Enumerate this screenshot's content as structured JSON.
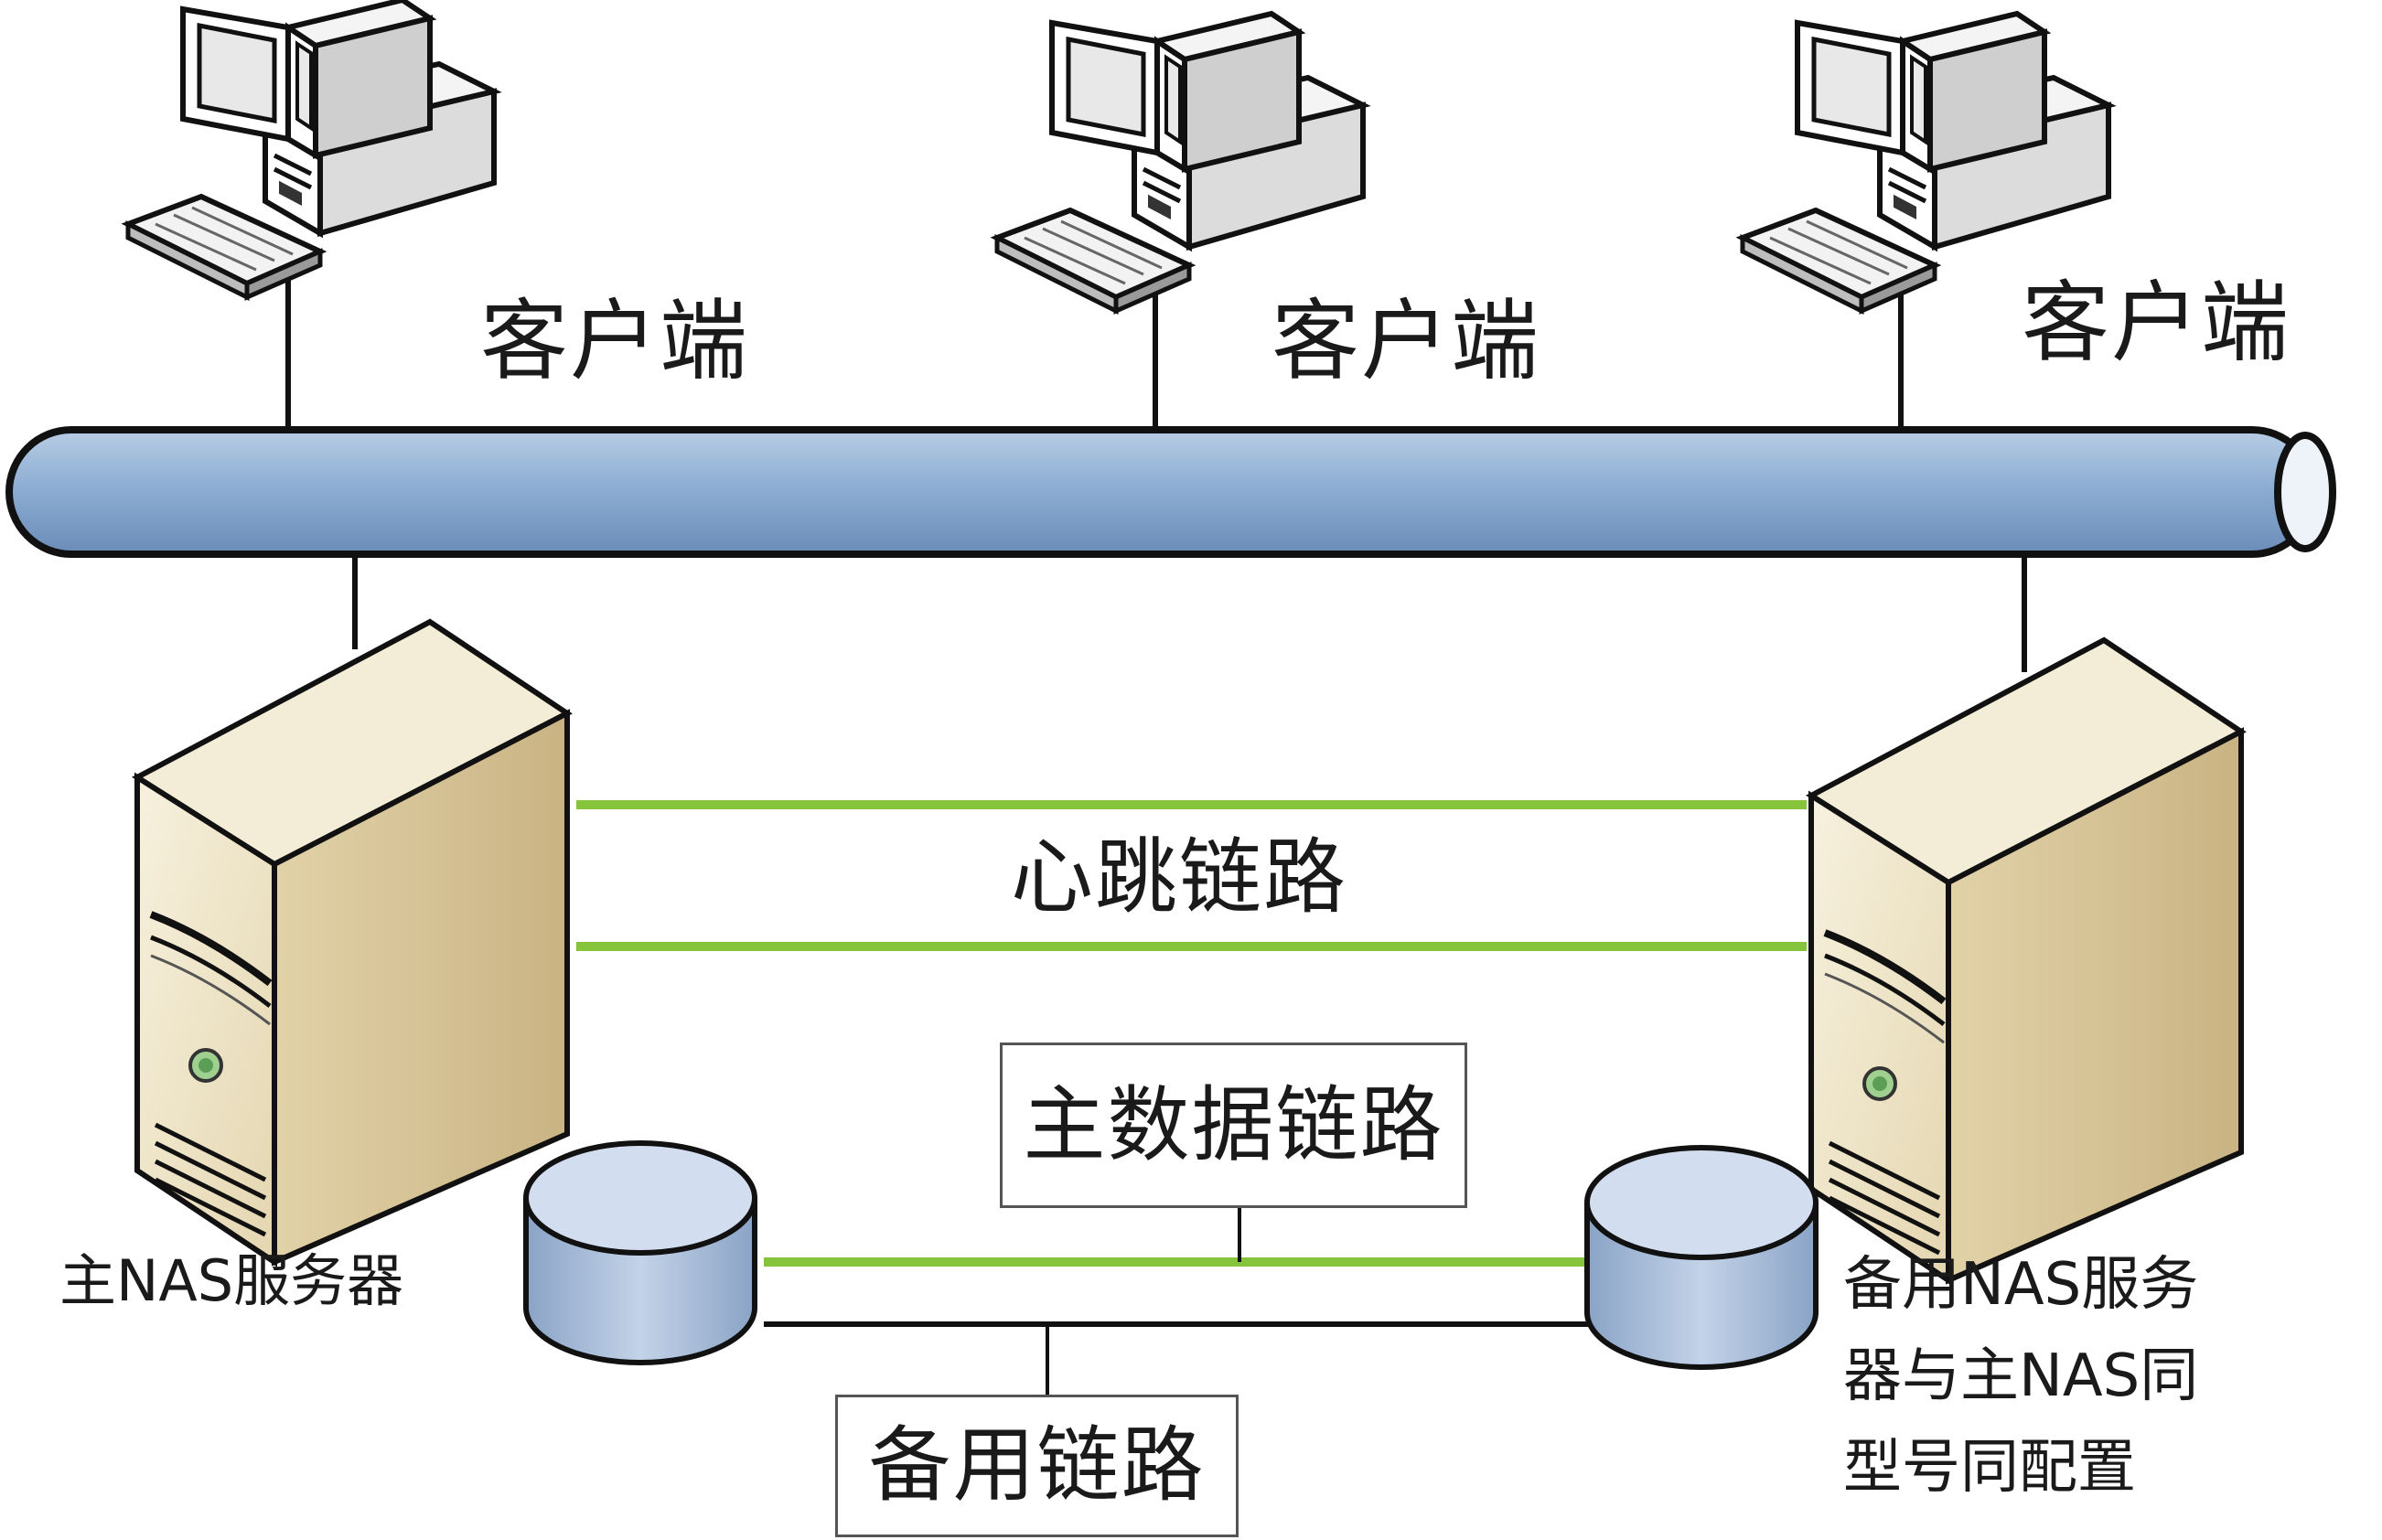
{
  "network": {
    "client_labels": [
      "客户端",
      "客户端",
      "客户端"
    ]
  },
  "links": {
    "heartbeat_label": "心跳链路",
    "primary_data_label": "主数据链路",
    "backup_label": "备用链路"
  },
  "servers": {
    "primary_label": "主NAS服务器",
    "backup_label": "备用NAS服务器与主NAS同型号同配置"
  },
  "colors": {
    "bus_fill": "#7e9fc6",
    "bus_highlight": "#b8cde4",
    "link_green": "#86c43c",
    "server_face": "#f1e7cc",
    "server_side": "#d6c49a",
    "disk_fill": "#a9bcd6",
    "outline": "#1a1a1a"
  }
}
